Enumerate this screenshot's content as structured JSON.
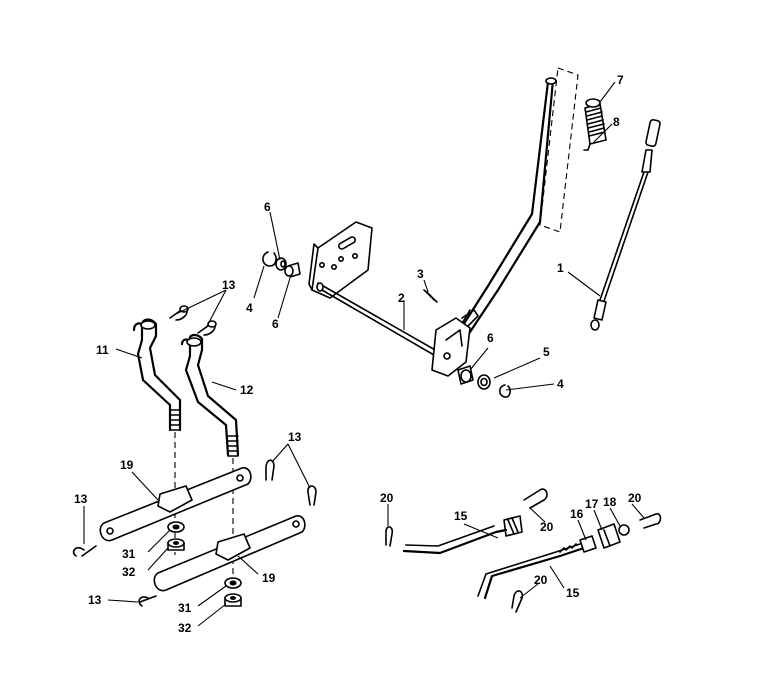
{
  "callouts": {
    "c1": "1",
    "c2": "2",
    "c3": "3",
    "c4a": "4",
    "c4b": "4",
    "c5": "5",
    "c6a": "6",
    "c6b": "6",
    "c6c": "6",
    "c7": "7",
    "c8": "8",
    "c11": "11",
    "c12": "12",
    "c13a": "13",
    "c13b": "13",
    "c13c": "13",
    "c13d": "13",
    "c15a": "15",
    "c15b": "15",
    "c16": "16",
    "c17": "17",
    "c18": "18",
    "c19a": "19",
    "c19b": "19",
    "c20a": "20",
    "c20b": "20",
    "c20c": "20",
    "c20d": "20",
    "c31a": "31",
    "c31b": "31",
    "c32a": "32",
    "c32b": "32"
  },
  "colors": {
    "ink": "#000000",
    "paper": "#ffffff"
  }
}
